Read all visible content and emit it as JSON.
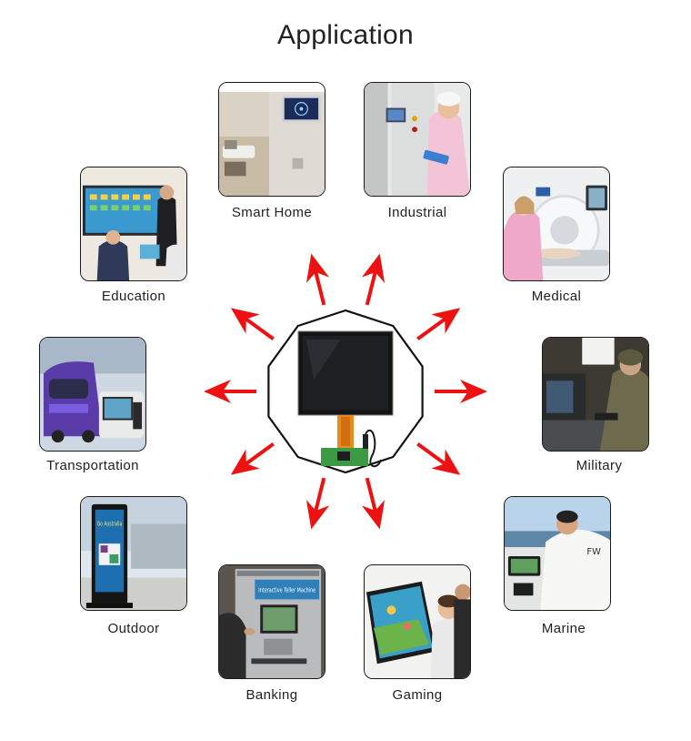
{
  "title": "Application",
  "arrow_color": "#ee1111",
  "applications": [
    {
      "key": "smart-home",
      "label": "Smart Home"
    },
    {
      "key": "industrial",
      "label": "Industrial"
    },
    {
      "key": "medical",
      "label": "Medical"
    },
    {
      "key": "military",
      "label": "Military"
    },
    {
      "key": "marine",
      "label": "Marine"
    },
    {
      "key": "gaming",
      "label": "Gaming"
    },
    {
      "key": "banking",
      "label": "Banking"
    },
    {
      "key": "outdoor",
      "label": "Outdoor"
    },
    {
      "key": "transportation",
      "label": "Transportation"
    },
    {
      "key": "education",
      "label": "Education"
    }
  ],
  "atm_banner_text": "Interactive Teller Machine",
  "kiosk_screen_text": "Go Australia"
}
